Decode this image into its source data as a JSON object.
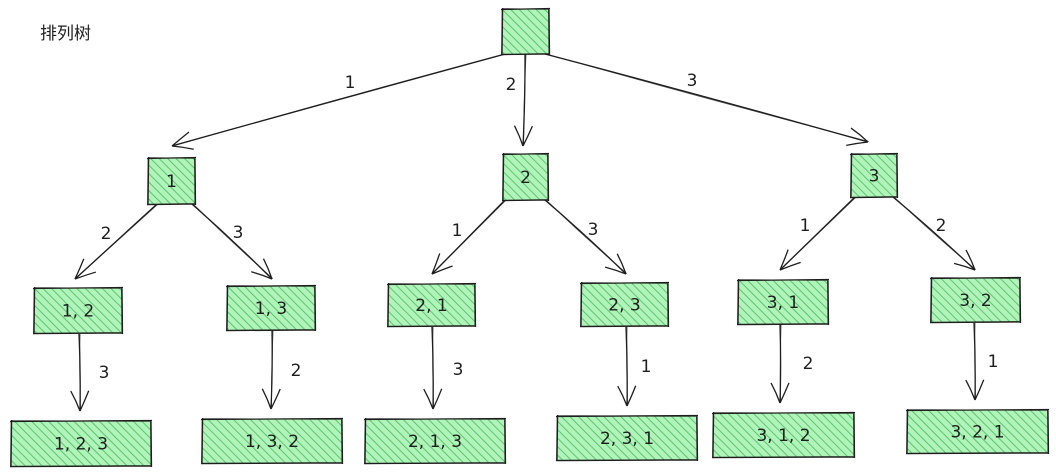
{
  "title": "排列树",
  "colors": {
    "stroke": "#1e1e1e",
    "fill": "#b2f2bb",
    "hatch": "#40c057"
  },
  "tree": {
    "label": "",
    "children": [
      {
        "edge": "1",
        "label": "1",
        "children": [
          {
            "edge": "2",
            "label": "1, 2",
            "children": [
              {
                "edge": "3",
                "label": "1, 2, 3"
              }
            ]
          },
          {
            "edge": "3",
            "label": "1, 3",
            "children": [
              {
                "edge": "2",
                "label": "1, 3, 2"
              }
            ]
          }
        ]
      },
      {
        "edge": "2",
        "label": "2",
        "children": [
          {
            "edge": "1",
            "label": "2, 1",
            "children": [
              {
                "edge": "3",
                "label": "2, 1, 3"
              }
            ]
          },
          {
            "edge": "3",
            "label": "2, 3",
            "children": [
              {
                "edge": "1",
                "label": "2, 3, 1"
              }
            ]
          }
        ]
      },
      {
        "edge": "3",
        "label": "3",
        "children": [
          {
            "edge": "1",
            "label": "3, 1",
            "children": [
              {
                "edge": "2",
                "label": "3, 1, 2"
              }
            ]
          },
          {
            "edge": "2",
            "label": "3, 2",
            "children": [
              {
                "edge": "1",
                "label": "3, 2, 1"
              }
            ]
          }
        ]
      }
    ]
  }
}
